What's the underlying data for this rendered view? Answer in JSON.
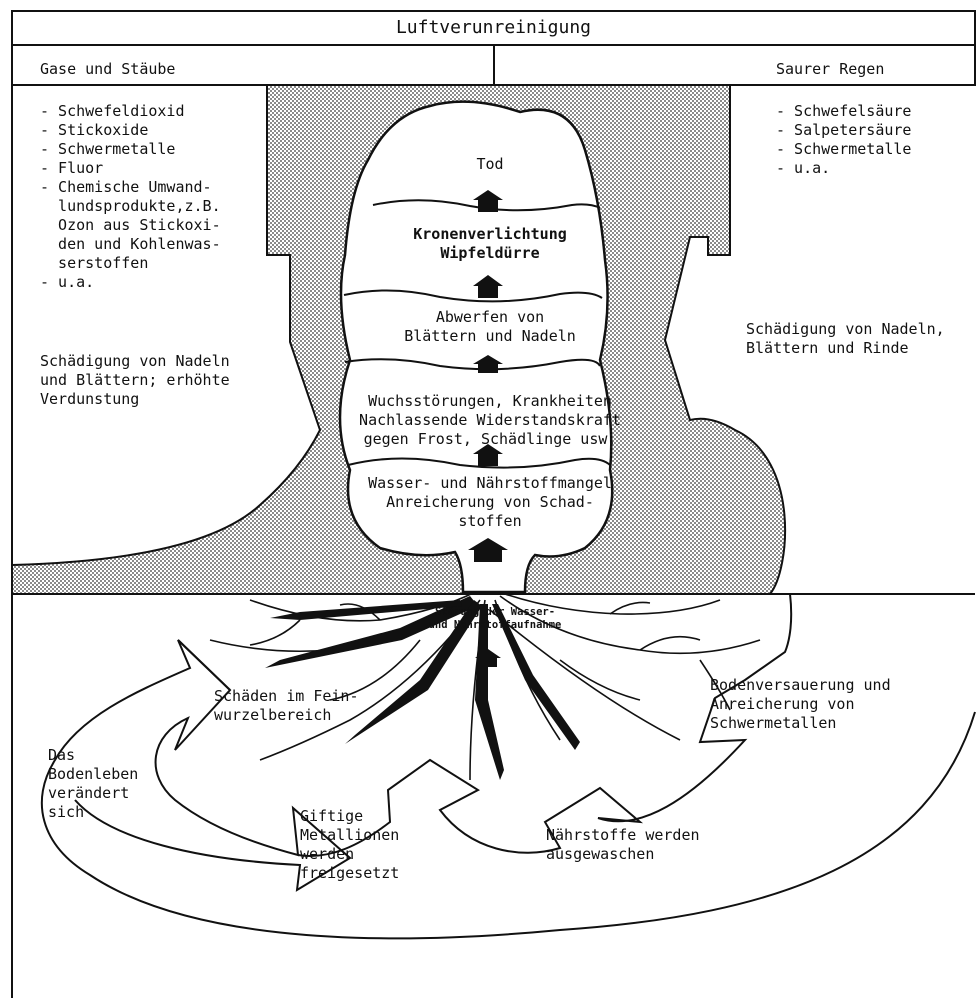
{
  "header": {
    "title": "Luftverunreinigung",
    "left_section": "Gase und Stäube",
    "right_section": "Saurer Regen"
  },
  "gases_list": [
    "- Schwefeldioxid",
    "- Stickoxide",
    "- Schwermetalle",
    "- Fluor",
    "- Chemische Umwand-",
    "  lundsprodukte,z.B.",
    "  Ozon aus Stickoxi-",
    "  den und Kohlenwas-",
    "  serstoffen",
    "- u.a."
  ],
  "acid_rain_list": [
    "- Schwefelsäure",
    "- Salpetersäure",
    "- Schwermetalle",
    "- u.a."
  ],
  "gases_effect": [
    "Schädigung von Nadeln",
    "und Blättern; erhöhte",
    "Verdunstung"
  ],
  "acid_rain_effect": [
    "Schädigung von Nadeln,",
    "Blättern und Rinde"
  ],
  "tree_stages": {
    "death": "Tod",
    "crown_thinning": [
      "Kronenverlichtung",
      "Wipfeldürre"
    ],
    "shedding": [
      "Abwerfen von",
      "Blättern und Nadeln"
    ],
    "growth_disorders": [
      "Wuchsstörungen, Krankheiten",
      "Nachlassende Widerstandskraft",
      "gegen Frost, Schädlinge usw."
    ],
    "deficiency": [
      "Wasser- und Nährstoffmangel",
      "Anreicherung von Schad-",
      "stoffen"
    ]
  },
  "root_label": [
    "Störung der Wasser-",
    "und Nährstoffaufnahme"
  ],
  "soil_cycle": {
    "fine_roots": [
      "Schäden im Fein-",
      "wurzelbereich"
    ],
    "soil_acidification": [
      "Bodenversauerung und",
      "Anreicherung von",
      "Schwermetallen"
    ],
    "soil_life": [
      "Das",
      "Bodenleben",
      "verändert",
      "sich"
    ],
    "toxic_ions": [
      "Giftige",
      "Metallionen",
      "werden",
      "freigesetzt"
    ],
    "nutrients_leached": [
      "Nährstoffe werden",
      "ausgewaschen"
    ]
  },
  "colors": {
    "line": "#111111",
    "shade": "#bdbdbd",
    "background": "#ffffff"
  }
}
